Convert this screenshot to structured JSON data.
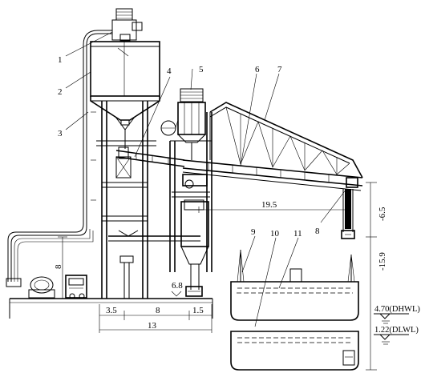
{
  "callouts": [
    "1",
    "2",
    "3",
    "4",
    "5",
    "6",
    "7",
    "8",
    "9",
    "10",
    "11"
  ],
  "dimensions": {
    "reach": "19.5",
    "depth_top": "-6.5",
    "depth_bottom": "-15.9",
    "height_left": "8",
    "base_width": "13",
    "span_a": "3.5",
    "span_b": "8",
    "span_c": "1.5",
    "ground_level": "6.8"
  },
  "water_levels": {
    "high": "4.70(DHWL)",
    "low": "1.22(DLWL)"
  }
}
